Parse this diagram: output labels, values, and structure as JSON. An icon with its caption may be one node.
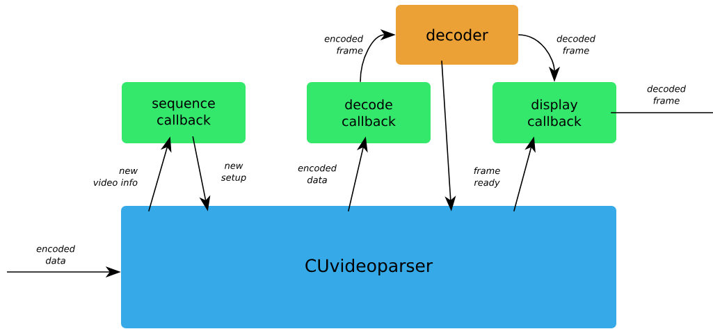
{
  "diagram": {
    "nodes": [
      {
        "text": [
          "decoder"
        ]
      },
      {
        "text": [
          "sequence callback"
        ]
      },
      {
        "text": [
          "decode callback"
        ]
      },
      {
        "text": [
          "display callback"
        ]
      },
      {
        "text": [
          "CUvideoparser"
        ]
      }
    ],
    "edges": [
      {
        "from": null,
        "to": 4,
        "arrow": "to",
        "label": "encoded data"
      },
      {
        "from": 4,
        "to": 1,
        "arrow": "to",
        "label": "new video info"
      },
      {
        "from": 1,
        "to": 4,
        "arrow": "to",
        "label": "new setup"
      },
      {
        "from": 4,
        "to": 2,
        "arrow": "to",
        "label": "encoded data"
      },
      {
        "from": 2,
        "to": 0,
        "arrow": "to",
        "label": "encoded frame"
      },
      {
        "from": 0,
        "to": 3,
        "arrow": "to",
        "label": "decoded frame"
      },
      {
        "from": 0,
        "to": 4,
        "arrow": "to"
      },
      {
        "from": 4,
        "to": 3,
        "arrow": "to",
        "label": "frame ready"
      },
      {
        "from": 3,
        "to": null,
        "arrow": "none",
        "label": "decoded frame"
      }
    ]
  }
}
